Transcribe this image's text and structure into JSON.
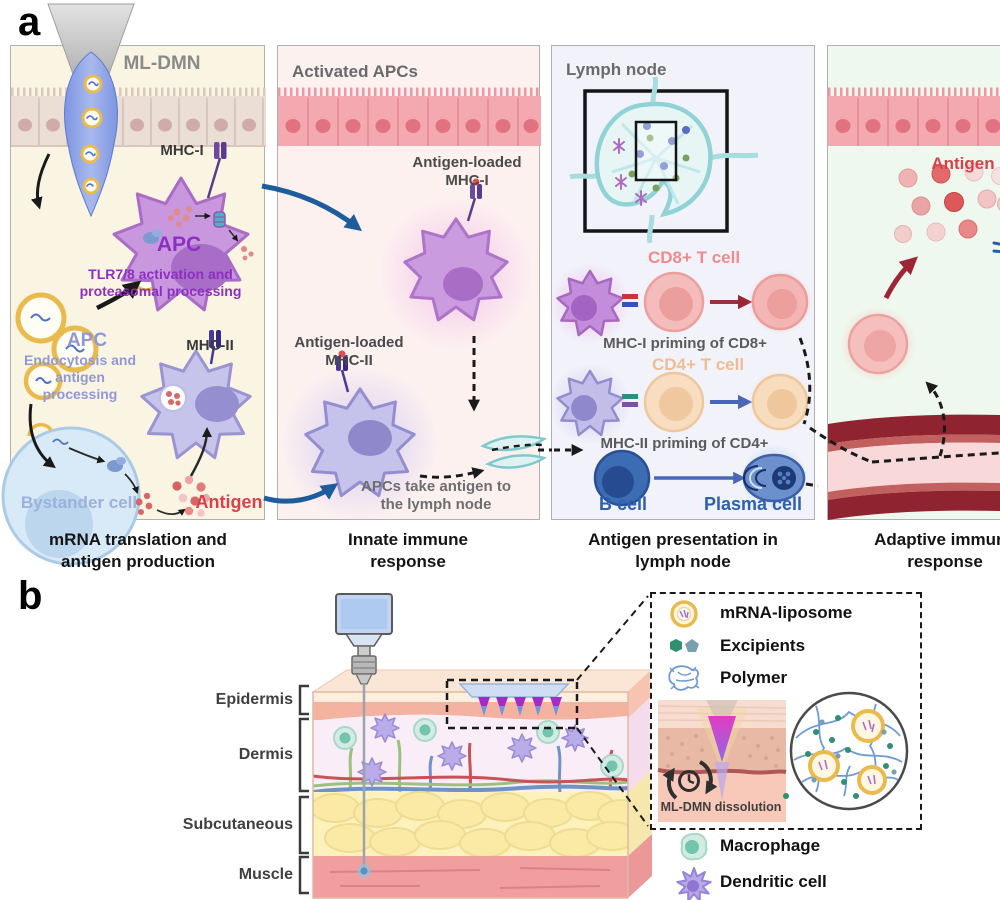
{
  "figure": {
    "label_a": "a",
    "label_b": "b"
  },
  "colors": {
    "panel1_bg": "#faf4e3",
    "panel2_bg": "#fdf1f0",
    "panel3_bg": "#f2f3fa",
    "panel4_bg": "#eff8ee",
    "apc_purple_text": "#8d2fc0",
    "endocytosis_periwinkle": "#9198d8",
    "bystander_blue": "#9db0de",
    "antigen_red": "#d9404a",
    "cd8_salmon": "#ef8b8b",
    "cd4_peach": "#f0bd92",
    "bcell_blue": "#2d5fae",
    "panel_title_gray": "#6a6a6a",
    "caption_black": "#141414",
    "lymph_teal": "#90d2d6",
    "vessel_dark_red": "#8f2430",
    "liposome_gold": "#e9bb4e"
  },
  "panel1": {
    "device": "ML-DMN",
    "mhc1": "MHC-I",
    "apc_title": "APC",
    "apc_process": "TLR7/8 activation and proteasomal processing",
    "apc2_title": "APC",
    "apc2_process": "Endocytosis and antigen processing",
    "mhc2": "MHC-II",
    "bystander": "Bystander cell",
    "antigen": "Antigen",
    "caption": "mRNA translation and antigen production"
  },
  "panel2": {
    "title": "Activated APCs",
    "mhc1_loaded": "Antigen-loaded MHC-I",
    "mhc2_loaded": "Antigen-loaded MHC-II",
    "note": "APCs take antigen to the lymph node",
    "caption": "Innate immune response"
  },
  "panel3": {
    "title": "Lymph node",
    "cd8": "CD8+ T cell",
    "mhc1_priming": "MHC-I priming of CD8+",
    "cd4": "CD4+ T cell",
    "mhc2_priming": "MHC-II priming of CD4+",
    "bcell": "B cell",
    "plasma": "Plasma cell",
    "caption": "Antigen presentation in lymph node"
  },
  "panel4": {
    "antigen": "Antigen",
    "caption": "Adaptive immune response"
  },
  "panelb": {
    "layers": [
      {
        "label": "Epidermis"
      },
      {
        "label": "Dermis"
      },
      {
        "label": "Subcutaneous"
      },
      {
        "label": "Muscle"
      }
    ],
    "legend_liposome": "mRNA-liposome",
    "legend_excipients": "Excipients",
    "legend_polymer": "Polymer",
    "dissolution": "ML-DMN dissolution",
    "legend_macrophage": "Macrophage",
    "legend_dendritic": "Dendritic cell"
  }
}
